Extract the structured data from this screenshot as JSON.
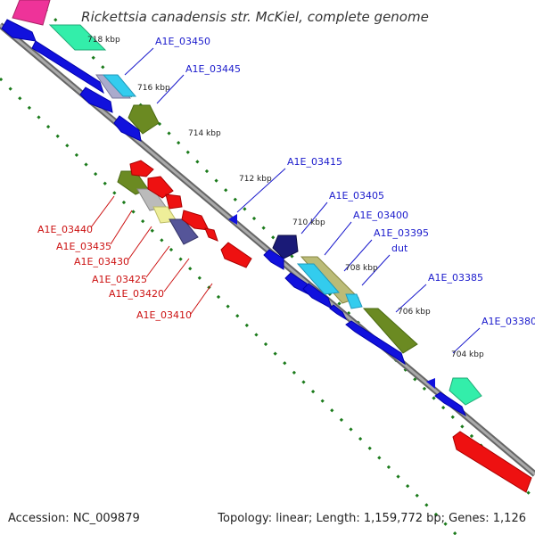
{
  "title": "Rickettsia canadensis str. McKiel, complete genome",
  "footer": {
    "accession": "Accession: NC_009879",
    "summary": "Topology: linear; Length: 1,159,772 bp; Genes: 1,126"
  },
  "colors": {
    "backbone": "#888888",
    "ruler_dots": "#1a7a1a",
    "label_blue": "#1a1acc",
    "label_red": "#cc1111",
    "gene_blue": "#1111dd",
    "gene_red": "#ee1111",
    "gene_navy": "#1a1a77",
    "gene_teal": "#33eeaa",
    "gene_magenta": "#ee3399",
    "gene_olive": "#6b8a22",
    "gene_cyan": "#33ccee",
    "gene_grey": "#bbbbbb",
    "gene_khaki": "#eeee99",
    "gene_slate": "#555599",
    "gene_lavender": "#aaaacc",
    "gene_tan": "#bbbb77"
  },
  "scale_labels": [
    "718 kbp",
    "716 kbp",
    "714 kbp",
    "712 kbp",
    "710 kbp",
    "708 kbp",
    "706 kbp",
    "704 kbp"
  ],
  "top_labels": [
    "A1E_03450",
    "A1E_03445",
    "A1E_03415",
    "A1E_03405",
    "A1E_03400",
    "A1E_03395",
    "dut",
    "A1E_03385",
    "A1E_03380"
  ],
  "bottom_labels": [
    "A1E_03440",
    "A1E_03435",
    "A1E_03430",
    "A1E_03425",
    "A1E_03420",
    "A1E_03410"
  ]
}
